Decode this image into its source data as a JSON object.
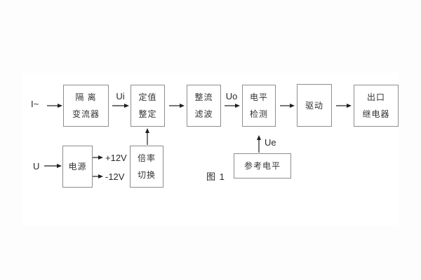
{
  "figure": {
    "caption": "图 1",
    "blocks": {
      "isolation_transformer": {
        "lines": [
          "隔 离",
          "变流器"
        ]
      },
      "setting_adjust": {
        "lines": [
          "定值",
          "整定"
        ]
      },
      "rectifier_filter": {
        "lines": [
          "整流",
          "滤波"
        ]
      },
      "level_detector": {
        "lines": [
          "电平",
          "检测"
        ]
      },
      "driver": {
        "lines": [
          "驱动"
        ]
      },
      "output_relay": {
        "lines": [
          "出口",
          "继电器"
        ]
      },
      "power_supply": {
        "lines": [
          "电源"
        ]
      },
      "ratio_switch": {
        "lines": [
          "倍率",
          "切换"
        ]
      },
      "reference_level": {
        "lines": [
          "参考电平"
        ]
      }
    },
    "labels": {
      "input_current": "I~",
      "input_voltage": "U",
      "signal_ui": "Ui",
      "signal_uo": "Uo",
      "signal_ue": "Ue",
      "rail_positive": "+12V",
      "rail_negative": "-12V"
    },
    "colors": {
      "line": "#8d8d8d",
      "text": "#333333",
      "arrow": "#1f1f1f",
      "background": "#fdfdfd"
    }
  }
}
